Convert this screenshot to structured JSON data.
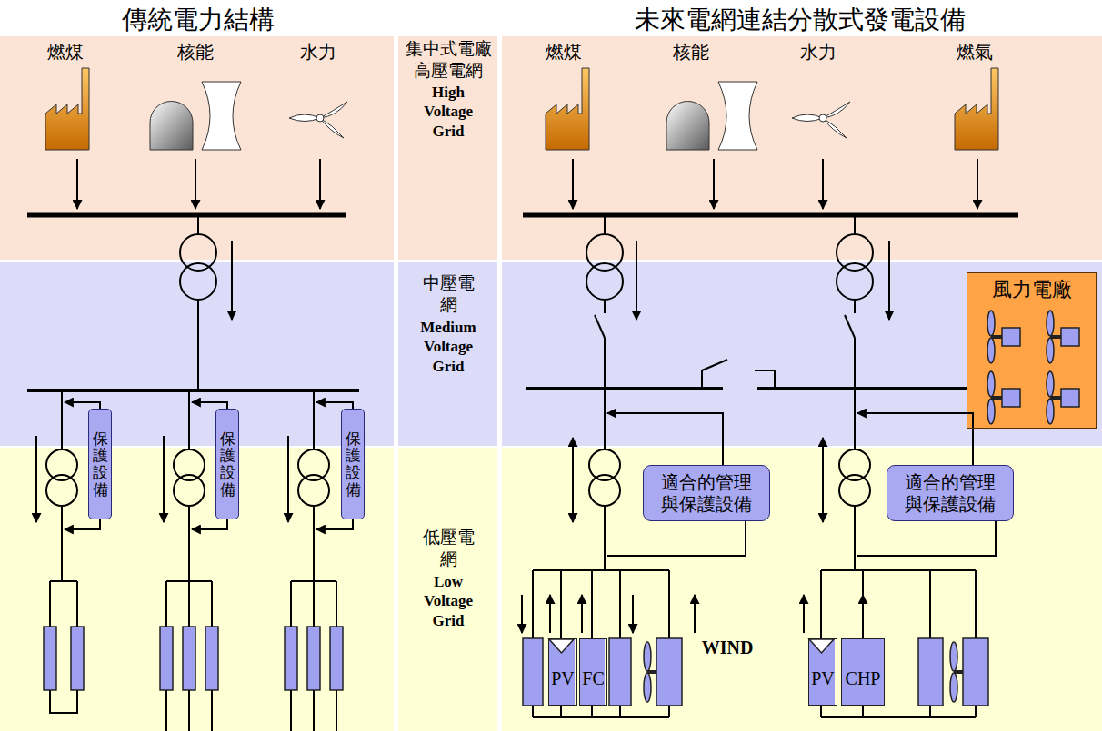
{
  "diagram": {
    "nodes": [
      {
        "text": [
          "保護設備"
        ]
      },
      {
        "text": [
          "保護設備"
        ]
      },
      {
        "text": [
          "保護設備"
        ]
      },
      {
        "text": [
          "風力電廠"
        ]
      },
      {
        "text": [
          "適合的管理 與保護設備"
        ]
      },
      {
        "text": [
          "適合的管理 與保護設備"
        ]
      },
      {
        "text": [
          "PV"
        ]
      },
      {
        "text": [
          "FC"
        ]
      },
      {
        "text": [
          "PV"
        ]
      },
      {
        "text": [
          "CHP"
        ]
      }
    ],
    "labels": [
      "傳統電力結構",
      "未來電網連結分散式發電設備",
      "燃煤",
      "核能",
      "水力",
      "燃煤",
      "核能",
      "水力",
      "燃氣",
      "集中式電廠",
      "高壓電網",
      "High Voltage Grid",
      "中壓電 網",
      "Medium Voltage Grid",
      "低壓電 網",
      "Low Voltage Grid",
      "WIND"
    ]
  }
}
